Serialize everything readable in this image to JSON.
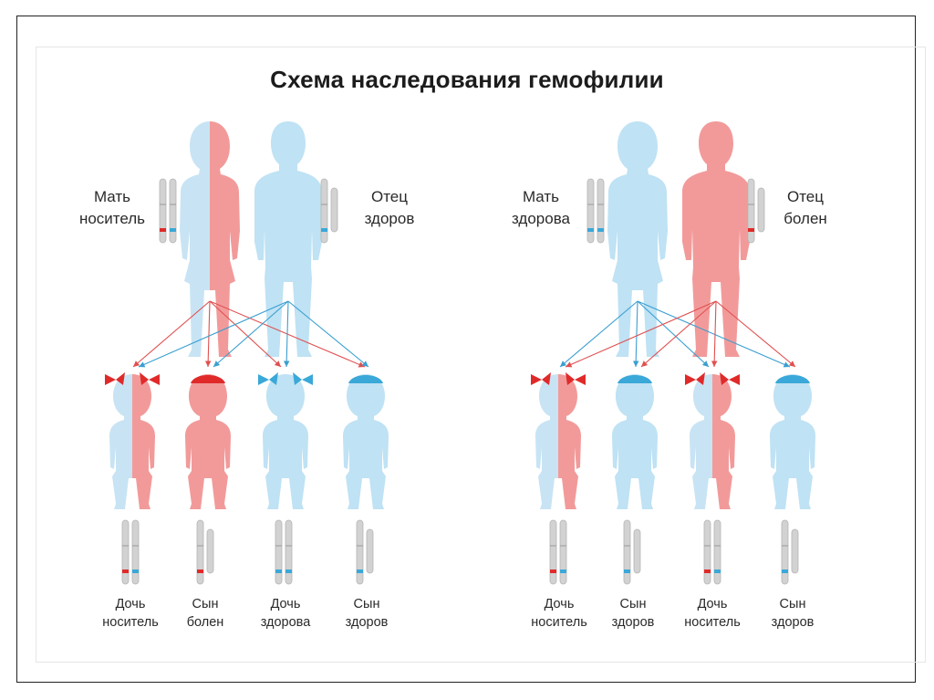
{
  "title": "Схема наследования гемофилии",
  "colors": {
    "healthy": "#bfe2f4",
    "affected": "#f29a9a",
    "healthy_arrow": "#3a9fd0",
    "affected_arrow": "#e05050",
    "chromosome": "#c8c8c8"
  },
  "left_family": {
    "mother": {
      "line1": "Мать",
      "line2": "носитель"
    },
    "father": {
      "line1": "Отец",
      "line2": "здоров"
    },
    "children": [
      {
        "line1": "Дочь",
        "line2": "носитель"
      },
      {
        "line1": "Сын",
        "line2": "болен"
      },
      {
        "line1": "Дочь",
        "line2": "здорова"
      },
      {
        "line1": "Сын",
        "line2": "здоров"
      }
    ]
  },
  "right_family": {
    "mother": {
      "line1": "Мать",
      "line2": "здорова"
    },
    "father": {
      "line1": "Отец",
      "line2": "болен"
    },
    "children": [
      {
        "line1": "Дочь",
        "line2": "носитель"
      },
      {
        "line1": "Сын",
        "line2": "здоров"
      },
      {
        "line1": "Дочь",
        "line2": "носитель"
      },
      {
        "line1": "Сын",
        "line2": "здоров"
      }
    ]
  }
}
